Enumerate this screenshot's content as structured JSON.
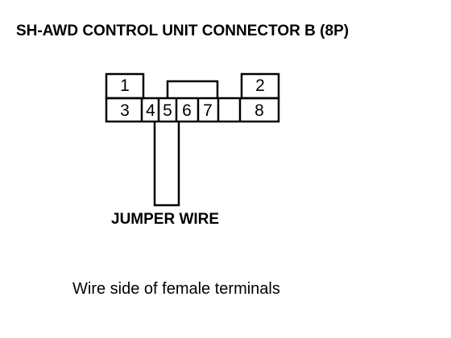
{
  "title": "SH-AWD CONTROL UNIT CONNECTOR B (8P)",
  "connector": {
    "pins": [
      {
        "number": "1",
        "label": "1"
      },
      {
        "number": "2",
        "label": "2"
      },
      {
        "number": "3",
        "label": "3"
      },
      {
        "number": "4",
        "label": "4"
      },
      {
        "number": "5",
        "label": "5"
      },
      {
        "number": "6",
        "label": "6"
      },
      {
        "number": "7",
        "label": "7"
      },
      {
        "number": "8",
        "label": "8"
      }
    ]
  },
  "jumper_label": "JUMPER WIRE",
  "caption": "Wire side of female terminals",
  "colors": {
    "line": "#000000",
    "background": "#ffffff"
  }
}
